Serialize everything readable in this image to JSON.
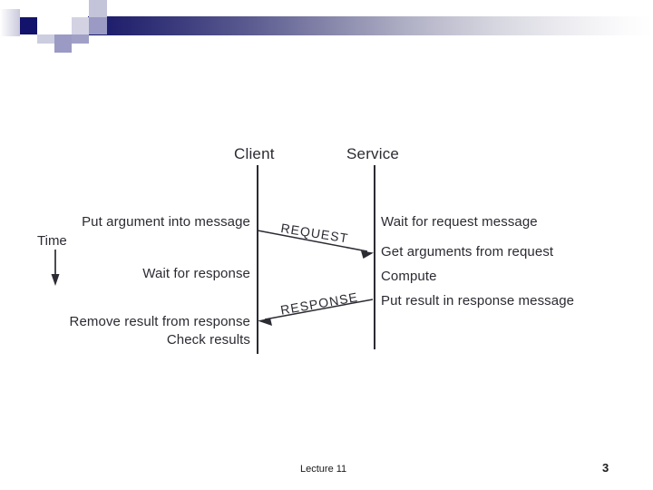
{
  "slide": {
    "footer_label": "Lecture 11",
    "page_number": "3",
    "accent_dark": "#16166e",
    "accent_mid": "#5f5f93",
    "accent_light": "#b4b4c8",
    "text_color": "#2b2b33"
  },
  "diagram": {
    "type": "sequence-diagram",
    "time_axis_label": "Time",
    "lifelines": [
      {
        "name": "client",
        "label": "Client"
      },
      {
        "name": "service",
        "label": "Service"
      }
    ],
    "client_steps": [
      {
        "label": "Put argument into message"
      },
      {
        "label": "Wait for response"
      },
      {
        "label": "Remove result from response"
      },
      {
        "label": "Check results"
      }
    ],
    "service_steps": [
      {
        "label": "Wait for request message"
      },
      {
        "label": "Get arguments from request"
      },
      {
        "label": "Compute"
      },
      {
        "label": "Put result in response message"
      }
    ],
    "messages": [
      {
        "name": "request",
        "label": "REQUEST",
        "direction": "client-to-service"
      },
      {
        "name": "response",
        "label": "RESPONSE",
        "direction": "service-to-client"
      }
    ]
  }
}
